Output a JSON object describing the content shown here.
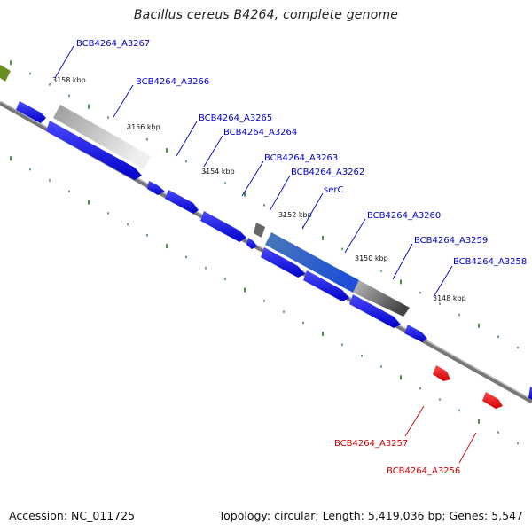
{
  "title": "Bacillus cereus B4264, complete genome",
  "footer": {
    "accession": "Accession: NC_011725",
    "summary": "Topology: circular; Length: 5,419,036 bp; Genes: 5,547"
  },
  "colors": {
    "forward_gene": "#1111dd",
    "reverse_gene": "#ee1111",
    "tick": "#1a7a1a",
    "backbone": "#888888",
    "forward_label": "#0000cc",
    "reverse_label": "#cc0000"
  },
  "position_labels": [
    "3158 kbp",
    "3156 kbp",
    "3154 kbp",
    "3152 kbp",
    "3150 kbp",
    "3148 kbp"
  ],
  "forward_labels": [
    "BCB4264_A3267",
    "BCB4264_A3266",
    "BCB4264_A3265",
    "BCB4264_A3264",
    "BCB4264_A3263",
    "BCB4264_A3262",
    "serC",
    "BCB4264_A3260",
    "BCB4264_A3259",
    "BCB4264_A3258"
  ],
  "reverse_labels": [
    "BCB4264_A3257",
    "BCB4264_A3256"
  ]
}
